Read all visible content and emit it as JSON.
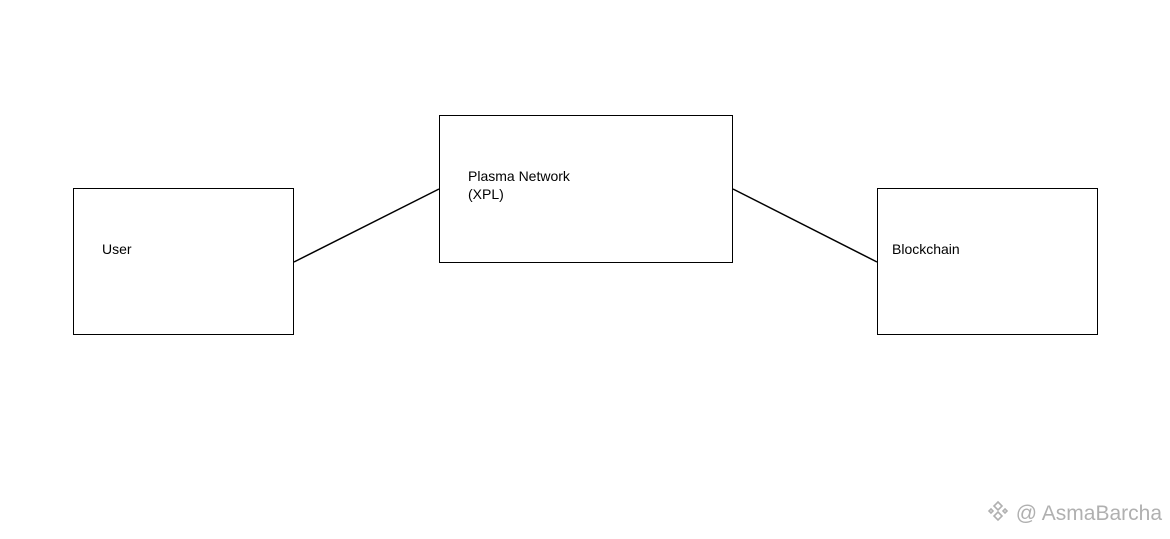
{
  "diagram": {
    "nodes": [
      {
        "id": "user",
        "label": "User"
      },
      {
        "id": "plasma",
        "label_lines": [
          "Plasma Network",
          "(XPL)"
        ]
      },
      {
        "id": "blockchain",
        "label": "Blockchain"
      }
    ],
    "edges": [
      {
        "from": "user",
        "to": "plasma"
      },
      {
        "from": "plasma",
        "to": "blockchain"
      }
    ]
  },
  "watermark": {
    "icon": "binance-logo-icon",
    "text": "@ AsmaBarcha"
  }
}
